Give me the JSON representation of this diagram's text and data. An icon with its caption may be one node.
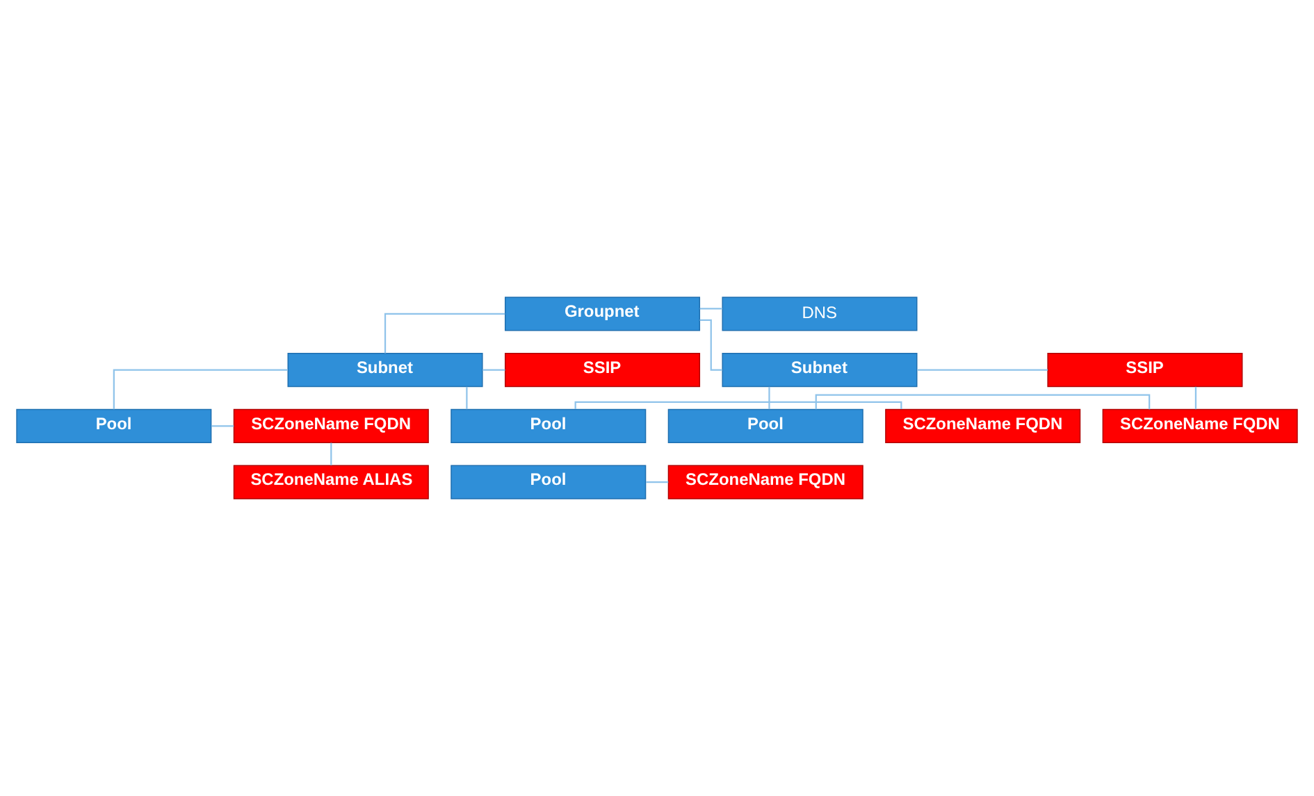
{
  "diagram": {
    "nodes": [
      {
        "text": [
          "Groupnet"
        ]
      },
      {
        "text": [
          "DNS"
        ]
      },
      {
        "text": [
          "Subnet"
        ]
      },
      {
        "text": [
          "SSIP"
        ]
      },
      {
        "text": [
          "Pool"
        ]
      },
      {
        "text": [
          "SCZoneName FQDN"
        ]
      },
      {
        "text": [
          "SCZoneName ALIAS"
        ]
      },
      {
        "text": [
          "Pool"
        ]
      },
      {
        "text": [
          "SCZoneName FQDN"
        ]
      },
      {
        "text": [
          "Pool"
        ]
      },
      {
        "text": [
          "SCZoneName FQDN"
        ]
      },
      {
        "text": [
          "Subnet"
        ]
      },
      {
        "text": [
          "SSIP"
        ]
      },
      {
        "text": [
          "Pool"
        ]
      },
      {
        "text": [
          "SCZoneName FQDN"
        ]
      }
    ],
    "edges": [
      {
        "from": 0,
        "to": 1,
        "arrow": "none"
      },
      {
        "from": 0,
        "to": 2,
        "arrow": "none"
      },
      {
        "from": 0,
        "to": 11,
        "arrow": "none"
      },
      {
        "from": 2,
        "to": 3,
        "arrow": "none"
      },
      {
        "from": 2,
        "to": 4,
        "arrow": "none"
      },
      {
        "from": 2,
        "to": 7,
        "arrow": "none"
      },
      {
        "from": 4,
        "to": 5,
        "arrow": "none"
      },
      {
        "from": 5,
        "to": 6,
        "arrow": "none"
      },
      {
        "from": 7,
        "to": 8,
        "arrow": "none"
      },
      {
        "from": 9,
        "to": 10,
        "arrow": "none"
      },
      {
        "from": 11,
        "to": 12,
        "arrow": "none"
      },
      {
        "from": 11,
        "to": 13,
        "arrow": "none"
      },
      {
        "from": 12,
        "to": 14,
        "arrow": "none"
      },
      {
        "from": 13,
        "to": 14,
        "arrow": "none"
      }
    ]
  }
}
